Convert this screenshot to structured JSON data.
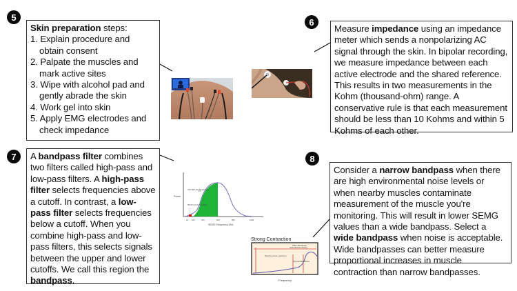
{
  "panels": [
    {
      "badge": "5",
      "title_bold": "Skin preparation",
      "title_rest": " steps:",
      "steps": [
        "1. Explain procedure and obtain consent",
        "2. Palpate the muscles and mark active sites",
        "3. Wipe with alcohol pad and gently abrade the skin",
        "4. Work gel into skin",
        "5. Apply EMG electrodes and check impedance"
      ],
      "image": "electrodes-on-back-photo"
    },
    {
      "badge": "6",
      "segments": [
        {
          "t": "Measure ",
          "b": false
        },
        {
          "t": "impedance",
          "b": true
        },
        {
          "t": " using an impedance meter which sends a nonpolarizing AC signal through the skin. In bipolar recording, we measure impedance between each active electrode and the shared reference. This results in two measurements in the Kohm (thousand-ohm) range. A conservative rule is that each measurement should be less than 10 Kohms and within 5 Kohms of each other.",
          "b": false
        }
      ],
      "image": "impedance-measurement-photo"
    },
    {
      "badge": "7",
      "segments": [
        {
          "t": "A ",
          "b": false
        },
        {
          "t": "bandpass filter",
          "b": true
        },
        {
          "t": " combines two filters called high-pass and low-pass filters. A ",
          "b": false
        },
        {
          "t": "high-pass filter",
          "b": true
        },
        {
          "t": " selects frequencies above a cutoff. In contrast, a ",
          "b": false
        },
        {
          "t": "low-pass filter",
          "b": true
        },
        {
          "t": " selects frequencies below a cutoff. When you combine high-pass and low-pass filters, this selects signals between the upper and lower cutoffs. We call this region the ",
          "b": false
        },
        {
          "t": "bandpass",
          "b": true
        },
        {
          "t": ".",
          "b": false
        }
      ]
    },
    {
      "badge": "8",
      "segments": [
        {
          "t": "Consider a ",
          "b": false
        },
        {
          "t": "narrow bandpass",
          "b": true
        },
        {
          "t": " when there are high environmental noise levels or when nearby muscles contaminate measurement of the muscle you're monitoring. This will result in lower SEMG values than a wide bandpass. Select a ",
          "b": false
        },
        {
          "t": "wide bandpass",
          "b": true
        },
        {
          "t": " when noise is acceptable. Wide bandpasses can better measure proportional increases in muscle contraction than narrow bandpasses.",
          "b": false
        }
      ]
    }
  ],
  "bandpass_chart": {
    "ylabel": "Power",
    "xlabel": "SEMG Frequency (Hz)",
    "bandpass_label": "100-500 Hz Bandpass",
    "notch_label": "58-62 Hz Notch Filter",
    "ticks": [
      "10",
      "100",
      "200",
      "500",
      "800",
      "1000"
    ],
    "colors": {
      "fill": "#1fb33a",
      "curve": "#7a6fb8",
      "notch": "#cc1010"
    }
  },
  "contraction_chart": {
    "title": "Strong Contraction",
    "wide_label": "Wide Bandpass",
    "wide_sub": "(wide/bandpass display)",
    "narrow_label": "Narrow Bandpass",
    "spectrum_label": "Muscle power spectrum",
    "xlabel": "Frequency",
    "colors": {
      "bg": "#fdf0dc",
      "lines": "#d9534f",
      "curve": "#5a5aa8"
    }
  }
}
